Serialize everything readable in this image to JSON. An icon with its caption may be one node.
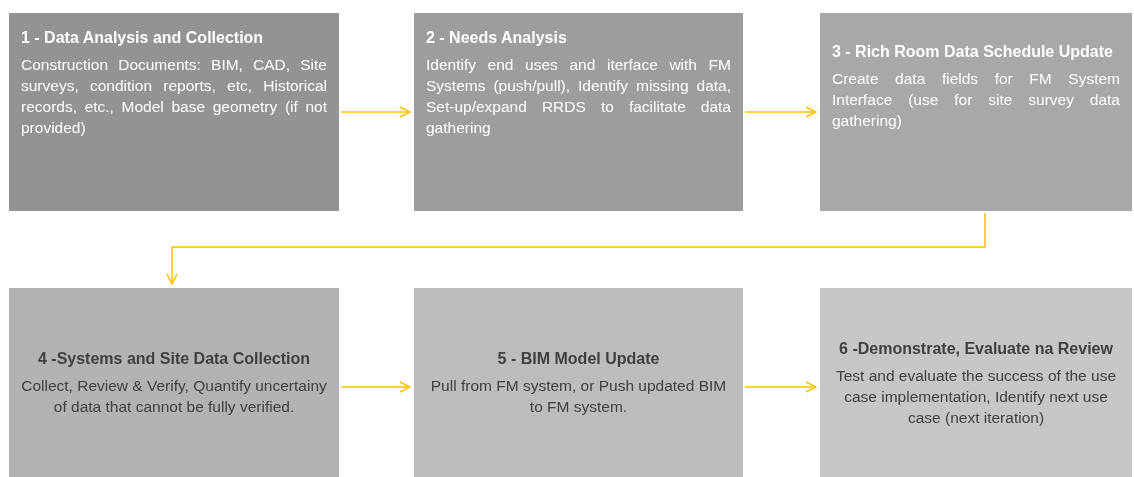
{
  "diagram": {
    "nodes": [
      {
        "text": [
          "1 - Data Analysis and Collection",
          "Construction Documents: BIM, CAD, Site surveys, condition reports, etc, Historical records, etc., Model base geometry (if not provided)"
        ]
      },
      {
        "text": [
          "2 - Needs Analysis",
          "Identify end uses and iterface with FM Systems (push/pull), Identify missing data, Set-up/expand RRDS to facilitate data gathering"
        ]
      },
      {
        "text": [
          "3 - Rich Room Data Schedule Update",
          "Create data fields for FM System Interface (use for site survey data gathering)"
        ]
      },
      {
        "text": [
          "4 -Systems and Site Data Collection",
          "Collect, Review & Verify, Quantify uncertainy of data that cannot be fully verified."
        ]
      },
      {
        "text": [
          "5 - BIM Model Update",
          "Pull from FM system, or Push updated BIM to FM system."
        ]
      },
      {
        "text": [
          "6 -Demonstrate, Evaluate na Review",
          "Test and evaluate the success of the use case implementation, Identify next use case (next iteration)"
        ]
      }
    ],
    "edges": [
      {
        "from": 0,
        "to": 1,
        "arrow": "to"
      },
      {
        "from": 1,
        "to": 2,
        "arrow": "to"
      },
      {
        "from": 2,
        "to": 3,
        "arrow": "to"
      },
      {
        "from": 3,
        "to": 4,
        "arrow": "to"
      },
      {
        "from": 4,
        "to": 5,
        "arrow": "to"
      }
    ]
  }
}
